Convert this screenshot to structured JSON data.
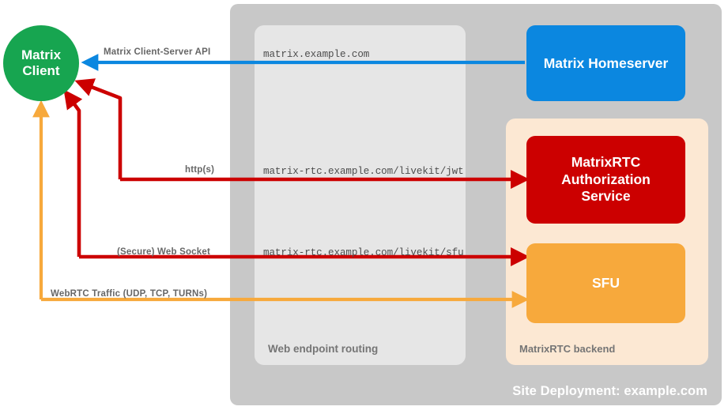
{
  "diagram": {
    "type": "architecture-diagram",
    "title": "MatrixRTC deployment topology"
  },
  "containers": {
    "site_deployment": {
      "label": "Site Deployment: example.com",
      "color": "#c8c8c8"
    },
    "web_endpoint_routing": {
      "label": "Web endpoint routing",
      "color": "#e6e6e6"
    },
    "matrixrtc_backend": {
      "label": "MatrixRTC backend",
      "color": "#fce8d3"
    }
  },
  "nodes": [
    {
      "id": "matrix-client",
      "label": "Matrix\nClient",
      "line1": "Matrix",
      "line2": "Client",
      "shape": "circle",
      "color": "#17a550"
    },
    {
      "id": "matrix-homeserver",
      "label": "Matrix Homeserver",
      "shape": "rounded-rect",
      "color": "#0b87e0"
    },
    {
      "id": "matrixrtc-auth-service",
      "label": "MatrixRTC Authorization Service",
      "line1": "MatrixRTC",
      "line2": "Authorization",
      "line3": "Service",
      "shape": "rounded-rect",
      "color": "#cc0000"
    },
    {
      "id": "sfu",
      "label": "SFU",
      "shape": "rounded-rect",
      "color": "#f7a93c"
    }
  ],
  "edges": [
    {
      "id": "cs-api",
      "protocol_label": "Matrix Client-Server API",
      "url_label": "matrix.example.com",
      "color": "#0b87e0",
      "from": "matrix-homeserver",
      "to": "matrix-client",
      "direction": "left"
    },
    {
      "id": "jwt",
      "protocol_label": "http(s)",
      "url_label": "matrix-rtc.example.com/livekit/jwt",
      "color": "#cc0000",
      "from": "matrix-client",
      "to": "matrixrtc-auth-service",
      "direction": "bidirectional"
    },
    {
      "id": "websocket",
      "protocol_label": "(Secure) Web Socket",
      "url_label": "matrix-rtc.example.com/livekit/sfu",
      "color": "#cc0000",
      "from": "matrix-client",
      "to": "sfu",
      "direction": "bidirectional"
    },
    {
      "id": "webrtc",
      "protocol_label": "WebRTC Traffic (UDP, TCP, TURNs)",
      "url_label": "",
      "color": "#f7a93c",
      "from": "matrix-client",
      "to": "sfu",
      "direction": "bidirectional"
    }
  ],
  "palette": {
    "green": "#17a550",
    "blue": "#0b87e0",
    "red": "#cc0000",
    "orange": "#f7a93c",
    "gray_outer": "#c8c8c8",
    "gray_inner": "#e6e6e6",
    "peach": "#fce8d3",
    "label_gray": "#666666",
    "url_gray": "#4d4d4d"
  }
}
